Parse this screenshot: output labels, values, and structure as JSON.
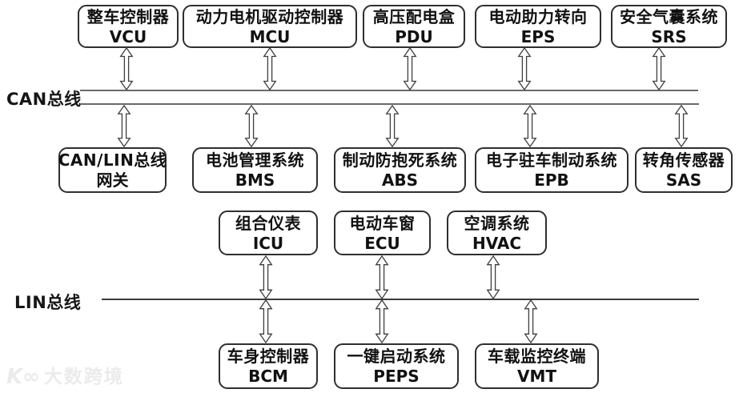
{
  "buses": {
    "can": {
      "label": "CAN总线",
      "style": "double-line"
    },
    "lin": {
      "label": "LIN总线",
      "style": "single-line"
    }
  },
  "nodes": {
    "can_top": [
      {
        "line1": "整车控制器",
        "line2": "VCU"
      },
      {
        "line1": "动力电机驱动控制器",
        "line2": "MCU"
      },
      {
        "line1": "高压配电盒",
        "line2": "PDU"
      },
      {
        "line1": "电动助力转向",
        "line2": "EPS"
      },
      {
        "line1": "安全气囊系统",
        "line2": "SRS"
      }
    ],
    "can_bottom": [
      {
        "line1": "CAN/LIN总线",
        "line2": "网关"
      },
      {
        "line1": "电池管理系统",
        "line2": "BMS"
      },
      {
        "line1": "制动防抱死系统",
        "line2": "ABS"
      },
      {
        "line1": "电子驻车制动系统",
        "line2": "EPB"
      },
      {
        "line1": "转角传感器",
        "line2": "SAS"
      }
    ],
    "lin_top": [
      {
        "line1": "组合仪表",
        "line2": "ICU"
      },
      {
        "line1": "电动车窗",
        "line2": "ECU"
      },
      {
        "line1": "空调系统",
        "line2": "HVAC"
      }
    ],
    "lin_bottom": [
      {
        "line1": "车身控制器",
        "line2": "BCM"
      },
      {
        "line1": "一键启动系统",
        "line2": "PEPS"
      },
      {
        "line1": "车载监控终端",
        "line2": "VMT"
      }
    ]
  },
  "watermark": {
    "logo": "K∞",
    "text": "大数跨境"
  },
  "colors": {
    "box_border": "#2f2f2f",
    "text": "#111111",
    "can_line": "#6a6a6a",
    "lin_line": "#3c3c3c",
    "arrow_stroke": "#3f3f3f",
    "watermark": "#ebebeb",
    "background": "#ffffff"
  }
}
